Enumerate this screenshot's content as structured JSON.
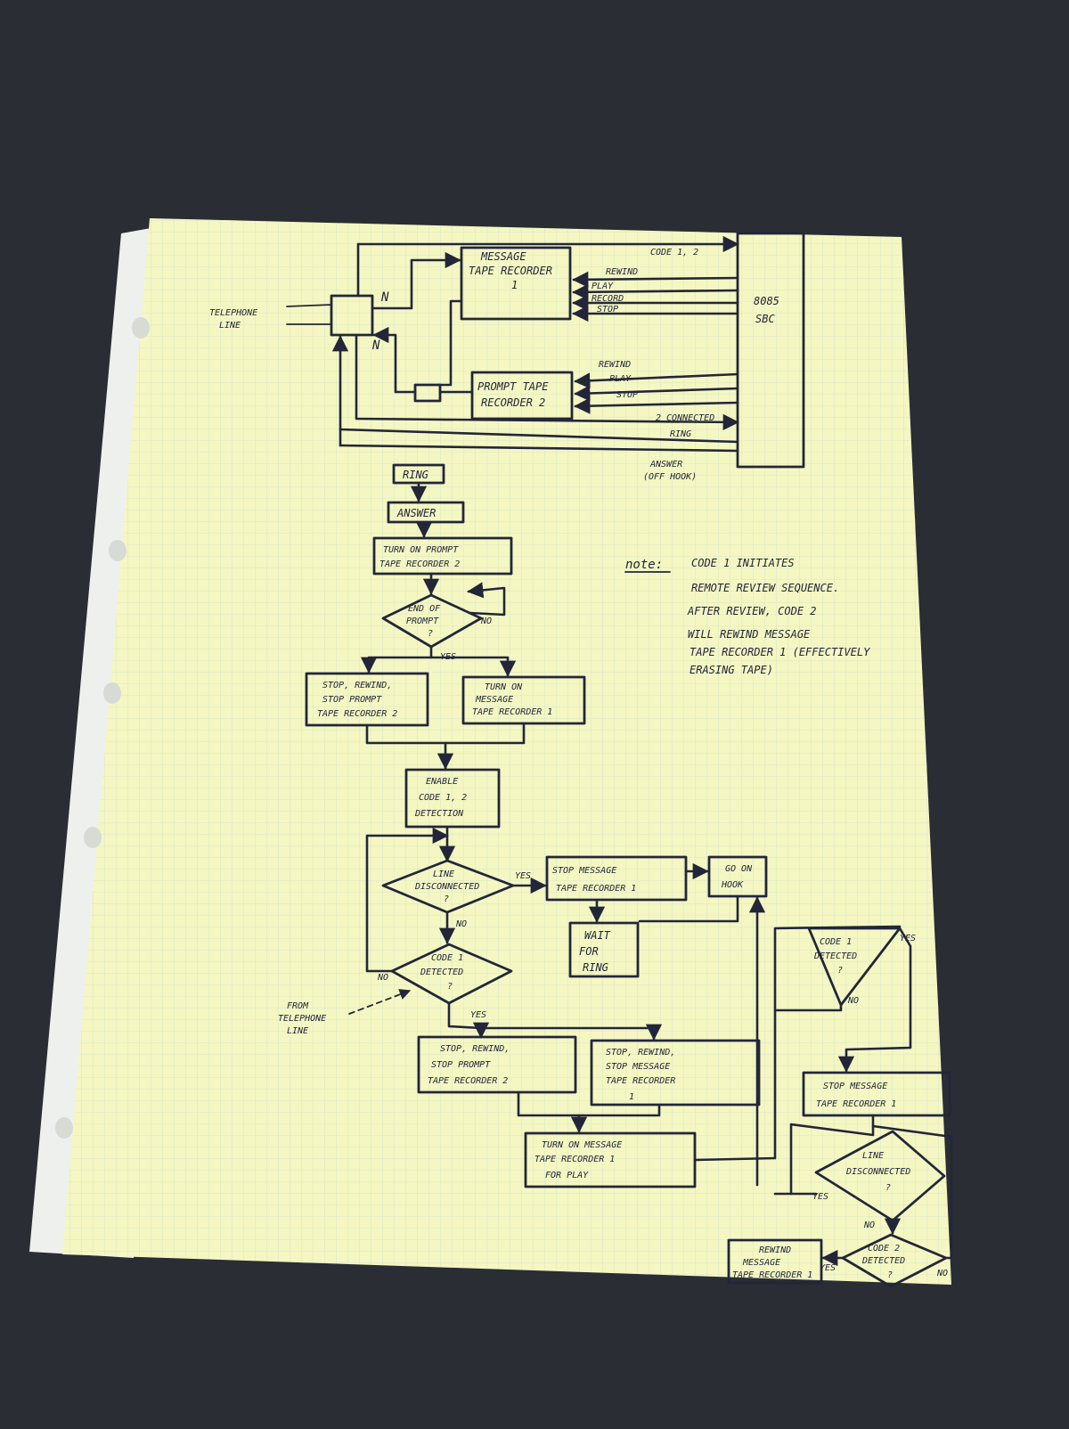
{
  "colors": {
    "background": "#2a2d33",
    "paper": "#f4f7c2",
    "grid": "#cfe0c6",
    "ink": "#232638"
  },
  "schematic": {
    "telephone_line": [
      "TELEPHONE",
      "LINE"
    ],
    "switch_labels": {
      "a": "N",
      "b": "N"
    },
    "message_recorder": [
      "MESSAGE",
      "TAPE RECORDER",
      "1"
    ],
    "prompt_recorder": [
      "PROMPT TAPE",
      "RECORDER 2"
    ],
    "sbc": [
      "8085",
      "SBC"
    ],
    "message_signals": [
      "CODE 1, 2",
      "REWIND",
      "PLAY",
      "RECORD",
      "STOP"
    ],
    "prompt_signals": [
      "REWIND",
      "PLAY",
      "STOP"
    ],
    "line_signals": [
      "2 CONNECTED",
      "RING"
    ],
    "answer": [
      "ANSWER",
      "(OFF HOOK)"
    ]
  },
  "note": {
    "label": "note:",
    "lines": [
      "CODE 1 INITIATES",
      "REMOTE REVIEW SEQUENCE.",
      "AFTER REVIEW, CODE 2",
      "WILL REWIND MESSAGE",
      "TAPE RECORDER 1 (EFFECTIVELY",
      "ERASING TAPE)"
    ]
  },
  "flow": {
    "ring": "RING",
    "answer": "ANSWER",
    "turn_on_prompt": [
      "TURN ON PROMPT",
      "TAPE RECORDER 2"
    ],
    "end_of_prompt": [
      "END OF",
      "PROMPT",
      "?"
    ],
    "stop_rewind_prompt_1": [
      "STOP, REWIND,",
      "STOP PROMPT",
      "TAPE RECORDER 2"
    ],
    "turn_on_message": [
      "TURN ON",
      "MESSAGE",
      "TAPE RECORDER 1"
    ],
    "enable_code": [
      "ENABLE",
      "CODE 1, 2",
      "DETECTION"
    ],
    "line_disconnected": [
      "LINE",
      "DISCONNECTED",
      "?"
    ],
    "stop_message": [
      "STOP MESSAGE",
      "TAPE RECORDER 1"
    ],
    "go_on_hook": [
      "GO ON",
      "HOOK"
    ],
    "wait_for_ring": [
      "WAIT",
      "FOR",
      "RING"
    ],
    "code1_detected": [
      "CODE 1",
      "DETECTED",
      "?"
    ],
    "from_telephone_line": [
      "FROM",
      "TELEPHONE",
      "LINE"
    ],
    "stop_rewind_prompt_2": [
      "STOP, REWIND,",
      "STOP PROMPT",
      "TAPE RECORDER 2"
    ],
    "stop_rewind_message": [
      "STOP, REWIND,",
      "STOP MESSAGE",
      "TAPE RECORDER",
      "1"
    ],
    "turn_on_message_play": [
      "TURN ON MESSAGE",
      "TAPE RECORDER 1",
      "FOR PLAY"
    ],
    "code1_detected_right": [
      "CODE 1",
      "DETECTED",
      "?"
    ],
    "stop_message_right": [
      "STOP MESSAGE",
      "TAPE RECORDER 1"
    ],
    "line_disconnected_right": [
      "LINE",
      "DISCONNECTED",
      "?"
    ],
    "code2_detected": [
      "CODE 2",
      "DETECTED",
      "?"
    ],
    "rewind_message": [
      "REWIND",
      "MESSAGE",
      "TAPE RECORDER 1"
    ],
    "yes": "YES",
    "no": "NO"
  }
}
